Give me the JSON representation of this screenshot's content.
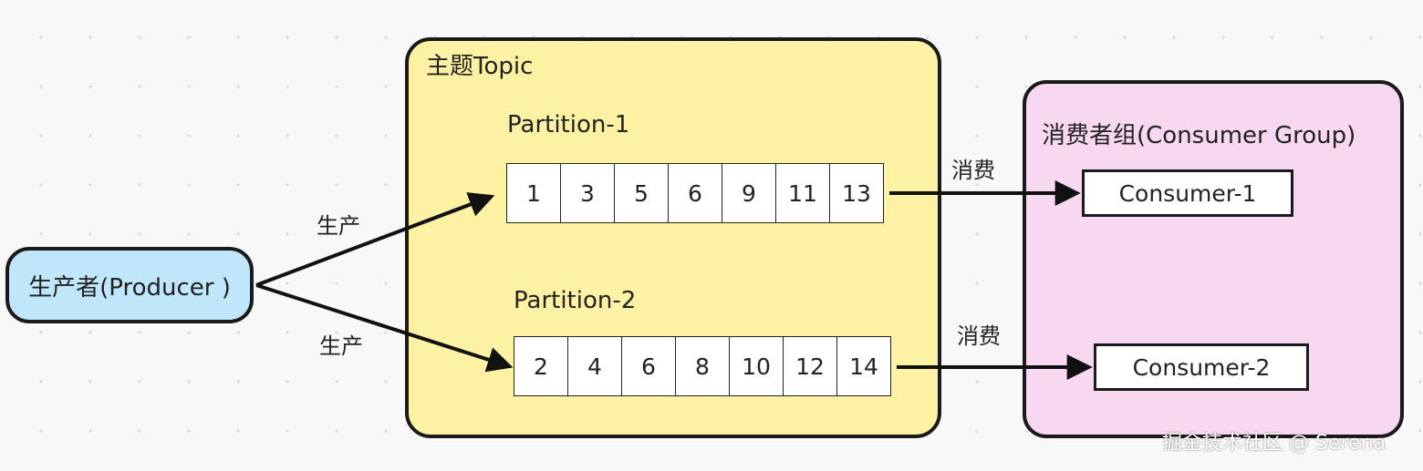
{
  "topic": {
    "title": "主题Topic"
  },
  "producer": {
    "label": "生产者(Producer )"
  },
  "partitions": [
    {
      "title": "Partition-1",
      "cells": [
        "1",
        "3",
        "5",
        "6",
        "9",
        "11",
        "13"
      ]
    },
    {
      "title": "Partition-2",
      "cells": [
        "2",
        "4",
        "6",
        "8",
        "10",
        "12",
        "14"
      ]
    }
  ],
  "edges": {
    "produce_label": "生产",
    "consume_label": "消费"
  },
  "consumer_group": {
    "title": "消费者组(Consumer Group)",
    "consumers": [
      "Consumer-1",
      "Consumer-2"
    ]
  },
  "watermark": "掘金技术社区 @ Serena",
  "colors": {
    "topic_fill": "#fdf1a3",
    "group_fill": "#f8d8f0",
    "producer_fill": "#bfe6fa",
    "stroke": "#1a1a1a"
  }
}
